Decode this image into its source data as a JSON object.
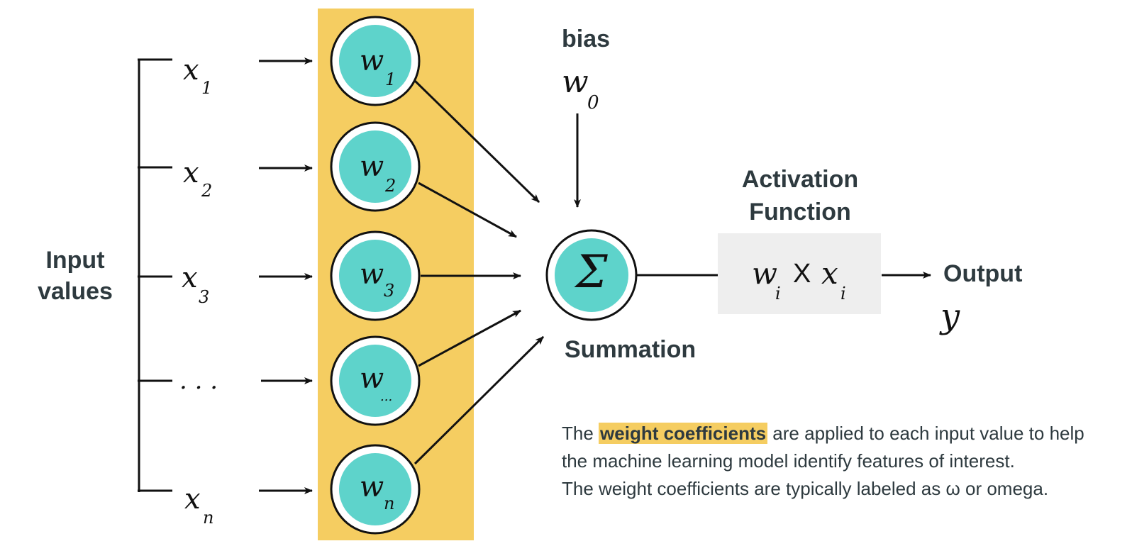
{
  "colors": {
    "weight_column": "#f5cd61",
    "node_fill": "#5ed3cb",
    "activation_box": "#eeeeee",
    "label_text": "#2e3a3f"
  },
  "labels": {
    "input_values_line1": "Input",
    "input_values_line2": "values",
    "bias": "bias",
    "summation": "Summation",
    "activation_line1": "Activation",
    "activation_line2": "Function",
    "output": "Output"
  },
  "inputs": [
    {
      "base": "x",
      "sub": "1"
    },
    {
      "base": "x",
      "sub": "2"
    },
    {
      "base": "x",
      "sub": "3"
    },
    {
      "text": ". . ."
    },
    {
      "base": "x",
      "sub": "n"
    }
  ],
  "weights": [
    {
      "base": "w",
      "sub": "1"
    },
    {
      "base": "w",
      "sub": "2"
    },
    {
      "base": "w",
      "sub": "3"
    },
    {
      "base": "w",
      "sub": "..."
    },
    {
      "base": "w",
      "sub": "n"
    }
  ],
  "bias_symbol": {
    "base": "w",
    "sub": "0"
  },
  "sum_symbol": "Σ",
  "activation_formula": {
    "left_base": "w",
    "left_sub": "i",
    "op": "X",
    "right_base": "x",
    "right_sub": "i"
  },
  "output_symbol": "y",
  "caption": {
    "prefix": "The ",
    "highlight": "weight coefficients",
    "line1_rest": " are applied to each input value to help",
    "line2": "the machine learning model identify features of interest.",
    "line3": "The weight coefficients are typically labeled as ω or omega."
  }
}
